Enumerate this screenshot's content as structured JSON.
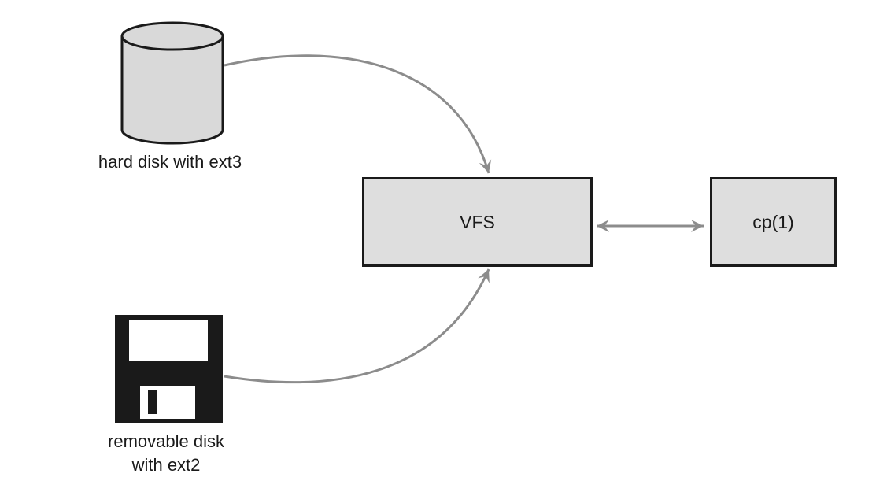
{
  "nodes": {
    "hard_disk": {
      "label": "hard disk with ext3",
      "icon": "hard-disk-icon"
    },
    "removable_disk": {
      "label_line1": "removable disk",
      "label_line2": "with ext2",
      "icon": "floppy-disk-icon"
    },
    "vfs": {
      "label": "VFS"
    },
    "cp": {
      "label": "cp(1)"
    }
  },
  "edges": [
    {
      "from": "hard disk with ext3",
      "to": "VFS",
      "direction": "one-way"
    },
    {
      "from": "removable disk with ext2",
      "to": "VFS",
      "direction": "one-way"
    },
    {
      "from": "VFS",
      "to": "cp(1)",
      "direction": "two-way"
    }
  ],
  "colors": {
    "box_fill": "#dedede",
    "box_stroke": "#1a1a1a",
    "arrow": "#8c8c8c",
    "floppy_body": "#1a1a1a",
    "floppy_label": "#ffffff",
    "disk_fill": "#d9d9d9"
  }
}
